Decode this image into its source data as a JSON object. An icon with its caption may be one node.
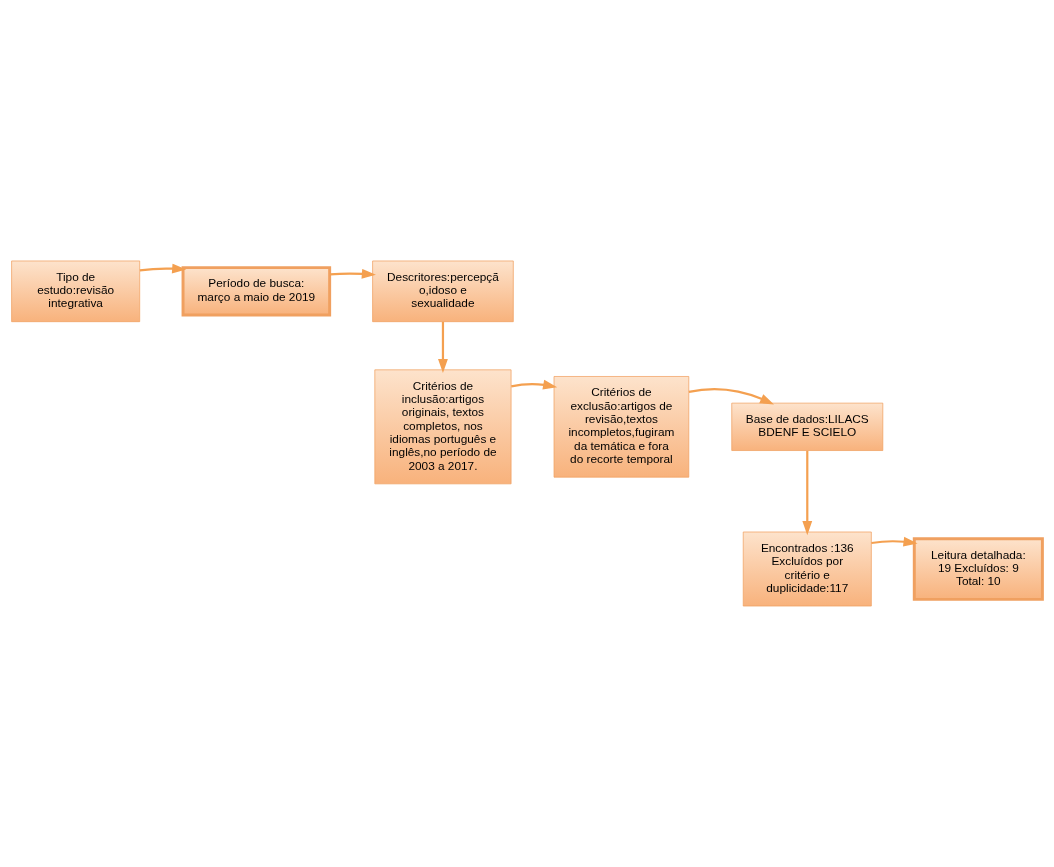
{
  "diagram": {
    "nodes": [
      {
        "text": [
          "Tipo de estudo:revisão integrativa"
        ]
      },
      {
        "text": [
          "Período de busca: março a maio de 2019"
        ]
      },
      {
        "text": [
          "Descritores:percepção,idoso e sexualidade"
        ]
      },
      {
        "text": [
          "Base de dados:LILACS BDENF E SCIELO"
        ]
      },
      {
        "text": [
          "Critérios de exclusão:artigos de revisão,textos incompletos,fugiram da temática e fora do recorte temporal"
        ]
      },
      {
        "text": [
          "Critérios de inclusão:artigos originais, textos completos, nos idiomas português e inglês,no período de 2003 a 2017."
        ]
      },
      {
        "text": [
          "Encontrados :136 Excluídos por critério e duplicidade:117"
        ]
      },
      {
        "text": [
          "Leitura detalhada: 19 Excluídos: 9 Total: 10"
        ]
      }
    ],
    "edges": [
      {
        "from": 0,
        "to": 1,
        "arrow": "to"
      },
      {
        "from": 1,
        "to": 2,
        "arrow": "to"
      },
      {
        "from": 2,
        "to": 5,
        "arrow": "to"
      },
      {
        "from": 5,
        "to": 4,
        "arrow": "to"
      },
      {
        "from": 4,
        "to": 3,
        "arrow": "to"
      },
      {
        "from": 3,
        "to": 6,
        "arrow": "to"
      },
      {
        "from": 6,
        "to": 7,
        "arrow": "to"
      }
    ]
  }
}
